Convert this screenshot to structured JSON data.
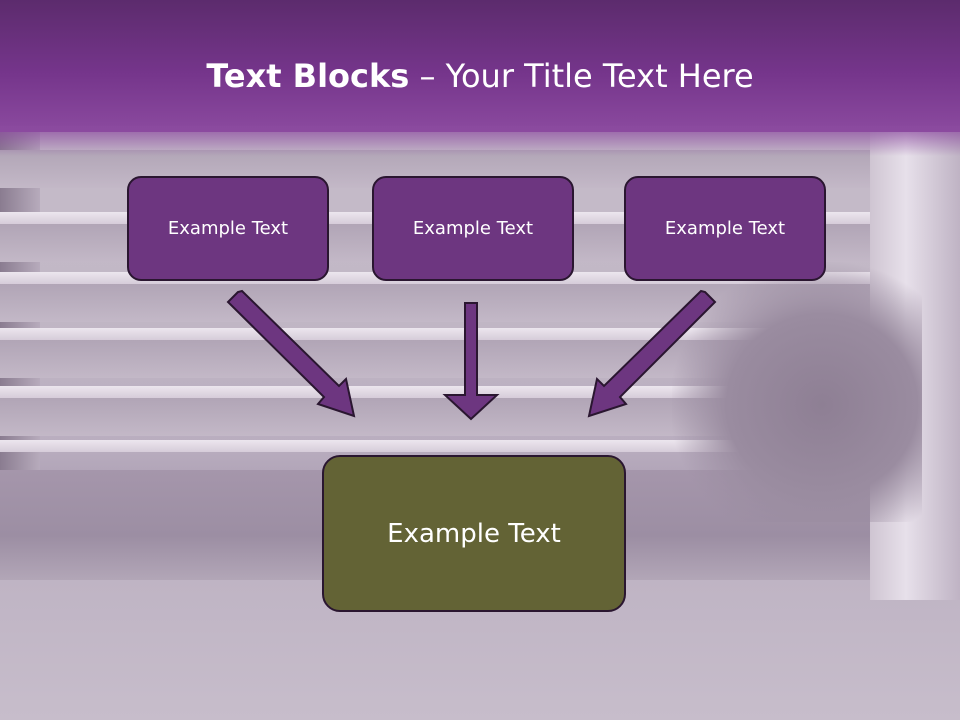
{
  "slide": {
    "title_bold": "Text Blocks",
    "title_rest": " – Your Title Text Here"
  },
  "diagram": {
    "top_boxes": [
      {
        "label": "Example Text"
      },
      {
        "label": "Example Text"
      },
      {
        "label": "Example Text"
      }
    ],
    "bottom_box": {
      "label": "Example Text"
    }
  },
  "colors": {
    "header": "#75358b",
    "top_box_fill": "#6d3680",
    "bottom_box_fill": "#636335",
    "arrow_fill": "#6d3680",
    "box_outline": "#2a1630"
  }
}
